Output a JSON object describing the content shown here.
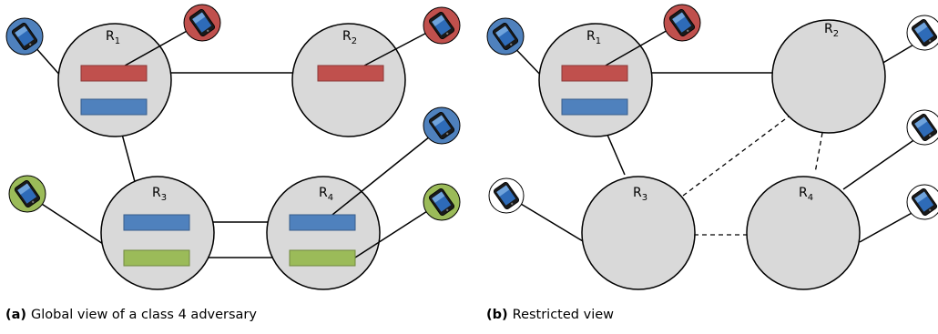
{
  "colors": {
    "red": "#c0504d",
    "blue": "#4f81bd",
    "green": "#9bbb59",
    "router_fill": "#d9d9d9",
    "unknown_client": "#ffffff"
  },
  "icons": {
    "client": "smartphone-icon"
  },
  "panel_a": {
    "tag": "(a)",
    "caption": "Global view of a class 4 adversary",
    "routers": [
      {
        "name": "R",
        "sub": "1"
      },
      {
        "name": "R",
        "sub": "2"
      },
      {
        "name": "R",
        "sub": "3"
      },
      {
        "name": "R",
        "sub": "4"
      }
    ]
  },
  "panel_b": {
    "tag": "(b)",
    "caption": "Restricted view",
    "routers": [
      {
        "name": "R",
        "sub": "1"
      },
      {
        "name": "R",
        "sub": "2"
      },
      {
        "name": "R",
        "sub": "3"
      },
      {
        "name": "R",
        "sub": "4"
      }
    ]
  }
}
